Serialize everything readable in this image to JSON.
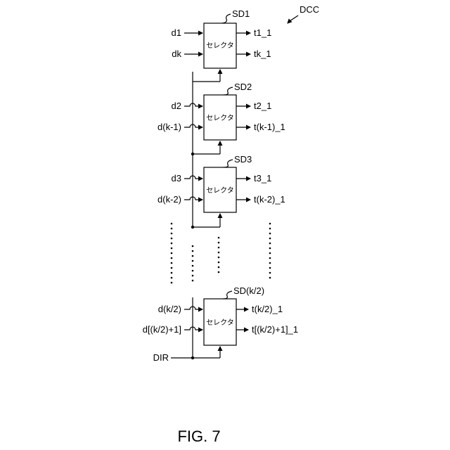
{
  "figure_id": "DCC",
  "figure_caption": "FIG. 7",
  "selectors": [
    {
      "name": "SD1",
      "label": "セレクタ",
      "in1": "d1",
      "in2": "dk",
      "out1": "t1_1",
      "out2": "tk_1"
    },
    {
      "name": "SD2",
      "label": "セレクタ",
      "in1": "d2",
      "in2": "d(k-1)",
      "out1": "t2_1",
      "out2": "t(k-1)_1"
    },
    {
      "name": "SD3",
      "label": "セレクタ",
      "in1": "d3",
      "in2": "d(k-2)",
      "out1": "t3_1",
      "out2": "t(k-2)_1"
    },
    {
      "name": "SD(k/2)",
      "label": "セレクタ",
      "in1": "d(k/2)",
      "in2": "d[(k/2)+1]",
      "out1": "t(k/2)_1",
      "out2": "t[(k/2)+1]_1"
    }
  ],
  "control_signal": "DIR"
}
